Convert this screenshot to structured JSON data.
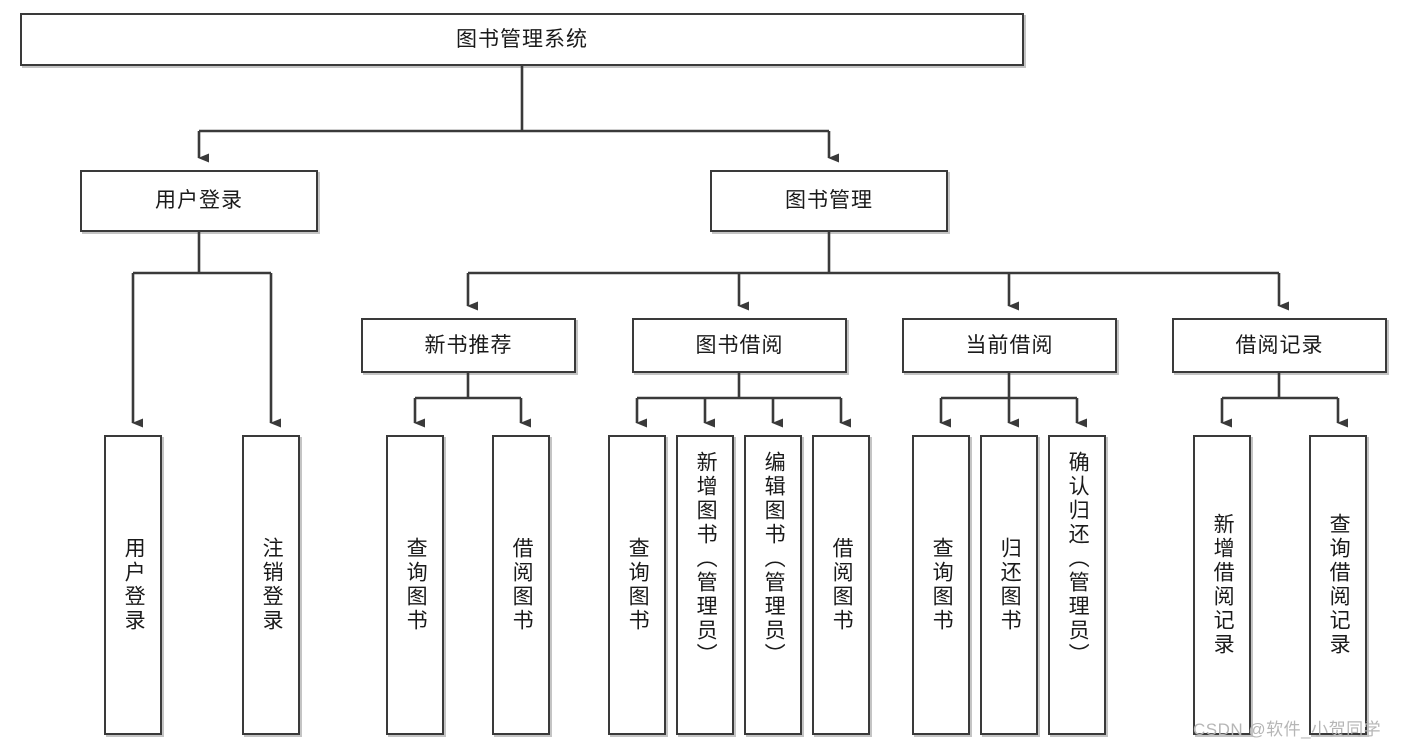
{
  "diagram": {
    "title": "图书管理系统",
    "root": {
      "label": "图书管理系统"
    },
    "level2": [
      {
        "label": "用户登录"
      },
      {
        "label": "图书管理"
      }
    ],
    "level3": [
      {
        "label": "新书推荐"
      },
      {
        "label": "图书借阅"
      },
      {
        "label": "当前借阅"
      },
      {
        "label": "借阅记录"
      }
    ],
    "leaves": {
      "user_login": [
        {
          "label": "用户登录"
        },
        {
          "label": "注销登录"
        }
      ],
      "new_book_recommend": [
        {
          "label": "查询图书"
        },
        {
          "label": "借阅图书"
        }
      ],
      "book_borrow": [
        {
          "label": "查询图书"
        },
        {
          "label": "新增图书（管理员）"
        },
        {
          "label": "编辑图书（管理员）"
        },
        {
          "label": "借阅图书"
        }
      ],
      "current_borrow": [
        {
          "label": "查询图书"
        },
        {
          "label": "归还图书"
        },
        {
          "label": "确认归还（管理员）"
        }
      ],
      "borrow_record": [
        {
          "label": "新增借阅记录"
        },
        {
          "label": "查询借阅记录"
        }
      ]
    }
  },
  "watermark": {
    "text": "CSDN @软件_小贺同学"
  },
  "colors": {
    "border": "#3a3a3a",
    "background": "#ffffff",
    "text": "#1a1a1a",
    "watermark": "#b6b6b6"
  }
}
